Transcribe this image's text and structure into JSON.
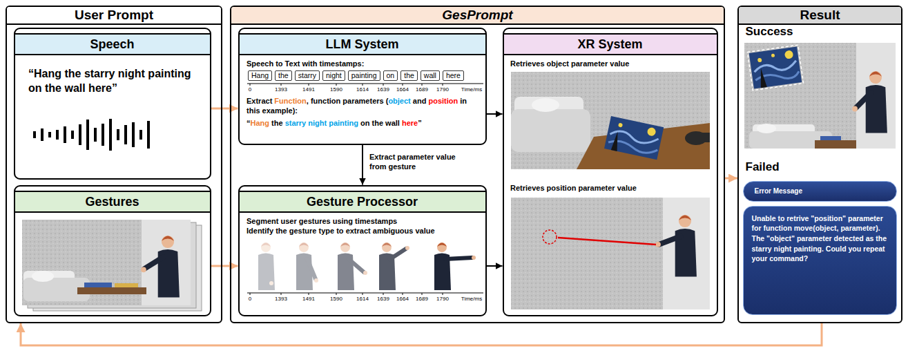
{
  "diagram": {
    "nodes": [
      {
        "text": [
          "User Prompt"
        ]
      },
      {
        "text": [
          "Speech",
          "“Hang the starry night painting on the wall here”"
        ],
        "in": 0
      },
      {
        "text": [
          "Gestures"
        ],
        "in": 0
      },
      {
        "text": [
          "GesPrompt"
        ]
      },
      {
        "text": [
          "LLM System",
          "Speech to Text with timestamps:",
          "Extract",
          "Function",
          ", function parameters (",
          "object",
          "and",
          "position",
          "in this example):",
          "“",
          "Hang",
          "the",
          "starry night painting",
          "on the wall",
          "here",
          "”"
        ],
        "in": 3
      },
      {
        "text": [
          "Hang"
        ],
        "in": 4
      },
      {
        "text": [
          "the"
        ],
        "in": 4
      },
      {
        "text": [
          "starry"
        ],
        "in": 4
      },
      {
        "text": [
          "night"
        ],
        "in": 4
      },
      {
        "text": [
          "painting"
        ],
        "in": 4
      },
      {
        "text": [
          "on"
        ],
        "in": 4
      },
      {
        "text": [
          "the"
        ],
        "in": 4
      },
      {
        "text": [
          "wall"
        ],
        "in": 4
      },
      {
        "text": [
          "here"
        ],
        "in": 4
      },
      {
        "text": [
          "Gesture Processor",
          "Segment user gestures using timestamps",
          "Identify the gesture type to extract ambiguous value"
        ],
        "in": 3
      },
      {
        "text": [
          "XR System",
          "Retrieves object parameter value",
          "Retrieves position parameter value"
        ],
        "in": 3
      },
      {
        "text": [
          "Result",
          "Success",
          "Failed"
        ]
      },
      {
        "text": [
          "Error Message"
        ],
        "in": 16
      },
      {
        "text": [
          "Unable to retrive \"position\" parameter for function move(object, parameter). The \"object\" parameter detected as the starry night painting. Could you repeat your command?"
        ],
        "in": 16
      }
    ],
    "edges": [
      {
        "from": 1,
        "to": 4,
        "arrow": "to"
      },
      {
        "from": 2,
        "to": 14,
        "arrow": "to"
      },
      {
        "from": 4,
        "to": 14,
        "arrow": "to",
        "label": "Extract parameter value from gesture"
      },
      {
        "from": 4,
        "to": 15,
        "arrow": "to"
      },
      {
        "from": 14,
        "to": 15,
        "arrow": "to"
      },
      {
        "from": 3,
        "to": 16,
        "arrow": "to"
      },
      {
        "from": 16,
        "to": 0,
        "arrow": "to"
      }
    ],
    "labels": [
      "0",
      "1393",
      "1491",
      "1590",
      "1614",
      "1639",
      "1664",
      "1689",
      "1790",
      "Time/ms",
      "0",
      "1393",
      "1491",
      "1590",
      "1614",
      "1639",
      "1664",
      "1689",
      "1790",
      "Time/ms"
    ]
  }
}
